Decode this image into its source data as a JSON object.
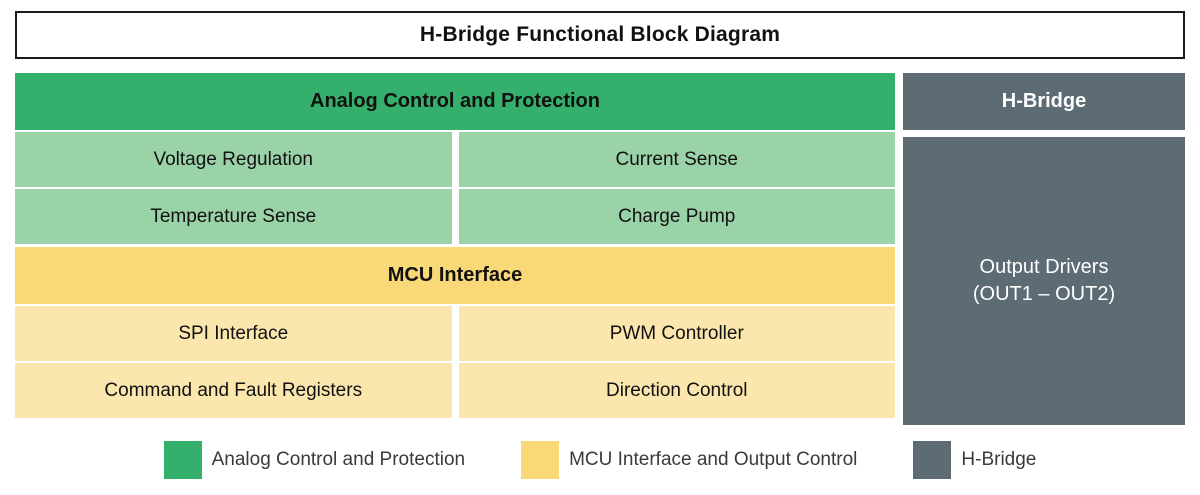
{
  "title": "H-Bridge Functional Block Diagram",
  "colors": {
    "analog_header": "#35b06c",
    "analog_sub": "#9bd3a8",
    "mcu_header": "#f9d878",
    "mcu_sub": "#fbe6ae",
    "hbridge": "#5d6b75",
    "title_border": "#1a1a1a",
    "legend_text": "#3a3a3a"
  },
  "left_column": {
    "analog_header": "Analog Control and Protection",
    "analog_blocks": [
      "Voltage Regulation",
      "Current Sense",
      "Temperature Sense",
      "Charge Pump"
    ],
    "mcu_header": "MCU Interface",
    "mcu_blocks": [
      "SPI Interface",
      "PWM Controller",
      "Command and Fault Registers",
      "Direction Control"
    ]
  },
  "right_column": {
    "header": "H-Bridge",
    "body_line1": "Output Drivers",
    "body_line2": "(OUT1 – OUT2)"
  },
  "legend": {
    "items": [
      {
        "label": "Analog Control and Protection",
        "color": "#35b06c"
      },
      {
        "label": "MCU Interface and Output Control",
        "color": "#f9d878"
      },
      {
        "label": "H-Bridge",
        "color": "#5d6b75"
      }
    ]
  }
}
